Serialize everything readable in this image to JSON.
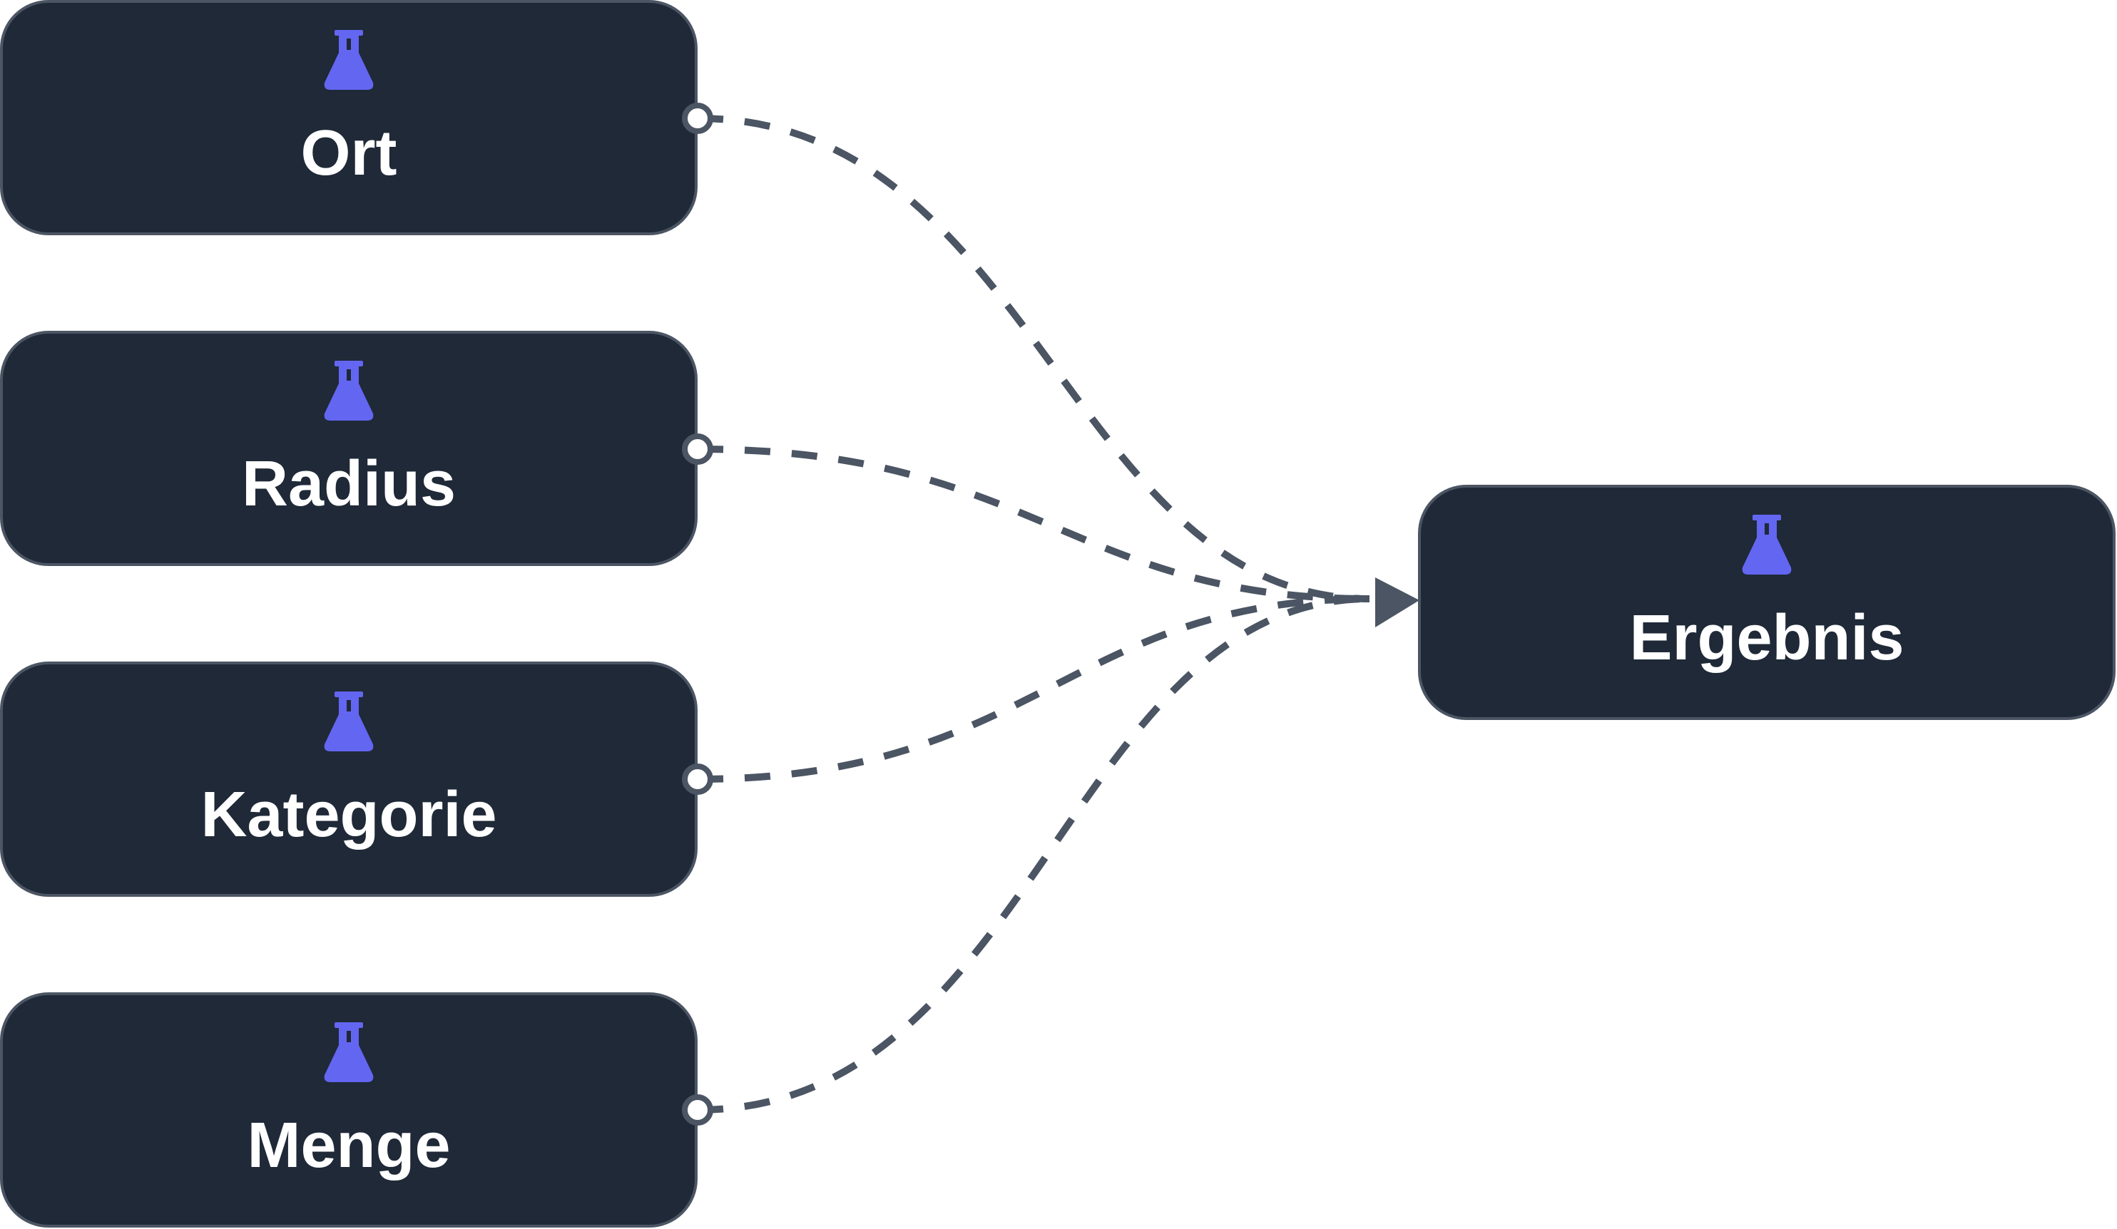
{
  "colors": {
    "node_background": "#1f2937",
    "node_border": "#4b5563",
    "edge": "#4b5563",
    "icon": "#6366f1",
    "label": "#ffffff",
    "canvas": "#ffffff"
  },
  "nodes": [
    {
      "id": "ort",
      "label": "Ort",
      "icon": "flask-icon"
    },
    {
      "id": "radius",
      "label": "Radius",
      "icon": "flask-icon"
    },
    {
      "id": "kategorie",
      "label": "Kategorie",
      "icon": "flask-icon"
    },
    {
      "id": "menge",
      "label": "Menge",
      "icon": "flask-icon"
    },
    {
      "id": "ergebnis",
      "label": "Ergebnis",
      "icon": "flask-icon"
    }
  ],
  "edges": [
    {
      "from": "ort",
      "to": "ergebnis",
      "style": "dashed"
    },
    {
      "from": "radius",
      "to": "ergebnis",
      "style": "dashed"
    },
    {
      "from": "kategorie",
      "to": "ergebnis",
      "style": "dashed"
    },
    {
      "from": "menge",
      "to": "ergebnis",
      "style": "dashed"
    }
  ]
}
